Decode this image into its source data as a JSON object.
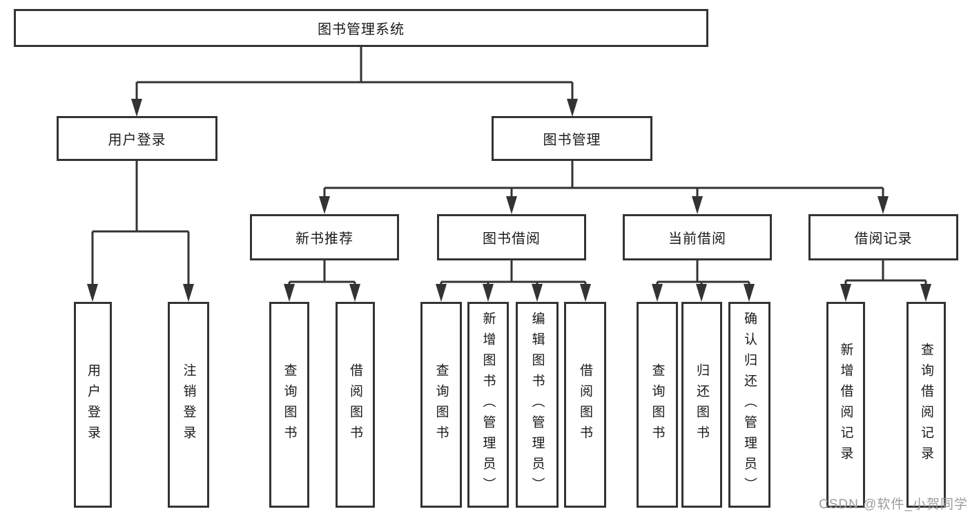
{
  "diagram": {
    "title": "图书管理系统",
    "type": "hierarchy-tree"
  },
  "nodes": [
    {
      "id": "root",
      "label": "图书管理系统",
      "level": 0,
      "parent": null
    },
    {
      "id": "user-login-branch",
      "label": "用户登录",
      "level": 1,
      "parent": "root"
    },
    {
      "id": "book-management",
      "label": "图书管理",
      "level": 1,
      "parent": "root"
    },
    {
      "id": "new-book-recommend",
      "label": "新书推荐",
      "level": 2,
      "parent": "book-management"
    },
    {
      "id": "book-borrow",
      "label": "图书借阅",
      "level": 2,
      "parent": "book-management"
    },
    {
      "id": "current-borrow",
      "label": "当前借阅",
      "level": 2,
      "parent": "book-management"
    },
    {
      "id": "borrow-records",
      "label": "借阅记录",
      "level": 2,
      "parent": "book-management"
    },
    {
      "id": "user-login-leaf",
      "label": "用户登录",
      "level": 3,
      "parent": "user-login-branch"
    },
    {
      "id": "logout",
      "label": "注销登录",
      "level": 3,
      "parent": "user-login-branch"
    },
    {
      "id": "query-books-1",
      "label": "查询图书",
      "level": 3,
      "parent": "new-book-recommend"
    },
    {
      "id": "borrow-books-1",
      "label": "借阅图书",
      "level": 3,
      "parent": "new-book-recommend"
    },
    {
      "id": "query-books-2",
      "label": "查询图书",
      "level": 3,
      "parent": "book-borrow"
    },
    {
      "id": "add-books-admin",
      "label": "新增图书（管理员）",
      "level": 3,
      "parent": "book-borrow"
    },
    {
      "id": "edit-books-admin",
      "label": "编辑图书（管理员）",
      "level": 3,
      "parent": "book-borrow"
    },
    {
      "id": "borrow-books-2",
      "label": "借阅图书",
      "level": 3,
      "parent": "book-borrow"
    },
    {
      "id": "query-books-3",
      "label": "查询图书",
      "level": 3,
      "parent": "current-borrow"
    },
    {
      "id": "return-books",
      "label": "归还图书",
      "level": 3,
      "parent": "current-borrow"
    },
    {
      "id": "confirm-return-admin",
      "label": "确认归还（管理员）",
      "level": 3,
      "parent": "current-borrow"
    },
    {
      "id": "add-borrow-record",
      "label": "新增借阅记录",
      "level": 3,
      "parent": "borrow-records"
    },
    {
      "id": "query-borrow-record",
      "label": "查询借阅记录",
      "level": 3,
      "parent": "borrow-records"
    }
  ],
  "watermark": {
    "text": "CSDN @软件_小贺同学",
    "color": "#9c9c9c"
  },
  "colors": {
    "background": "#ffffff",
    "box_fill": "#ffffff",
    "box_border": "#333333",
    "line": "#333333",
    "text": "#1a1a1a"
  }
}
